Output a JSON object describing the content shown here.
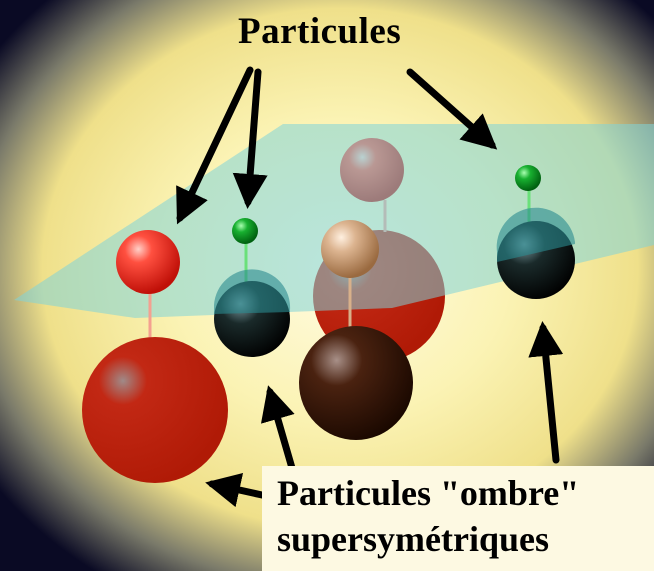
{
  "labels": {
    "top": "Particules",
    "bottom_line1": "Particules \"ombre\"",
    "bottom_line2": "supersymétriques"
  },
  "colors": {
    "background_glow": "#fcf4b8",
    "background_edge": "#0a0a2a",
    "plane": "#7fd3d9",
    "red": "#d42010",
    "green": "#1fa33a",
    "tan": "#d8b08a",
    "brown": "#3a1a08",
    "text": "#000000"
  }
}
